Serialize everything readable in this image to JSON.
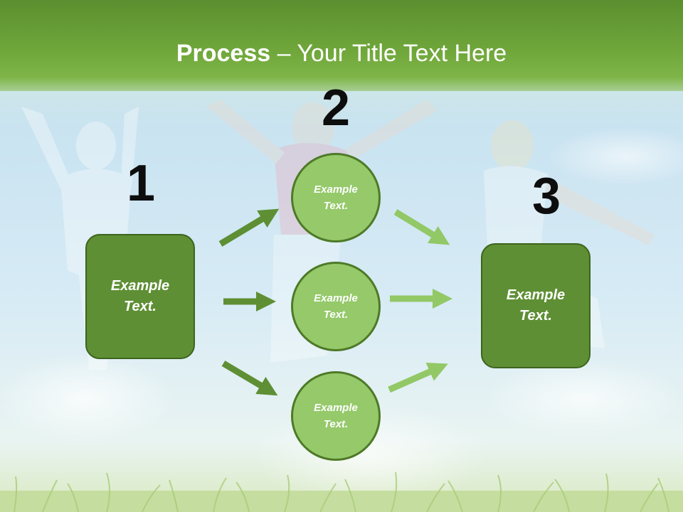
{
  "slide": {
    "title_bold": "Process",
    "title_rest": " – Your Title Text Here"
  },
  "steps": [
    {
      "number": "1",
      "text": "Example Text."
    },
    {
      "number": "2",
      "items": [
        "Example Text.",
        "Example Text.",
        "Example Text."
      ]
    },
    {
      "number": "3",
      "text": "Example Text."
    }
  ],
  "colors": {
    "header": "#6fa63a",
    "box_fill": "#5e8f34",
    "circle_fill": "#95c96a",
    "arrow_dark": "#5e8f34",
    "arrow_light": "#92c866"
  }
}
